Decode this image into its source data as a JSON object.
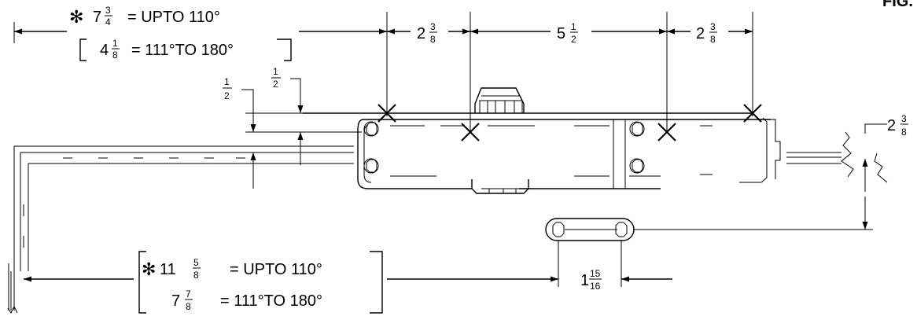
{
  "header": {
    "corner_text": "FIG."
  },
  "top_callout": {
    "line1": {
      "symbol": "✻",
      "whole": "7",
      "num": "3",
      "den": "4",
      "text": "= UPTO 110°"
    },
    "line2": {
      "whole": "4",
      "num": "1",
      "den": "8",
      "text": "= 111°TO 180°"
    }
  },
  "dims": {
    "d1": {
      "whole": "2",
      "num": "3",
      "den": "8"
    },
    "d2": {
      "whole": "5",
      "num": "1",
      "den": "2"
    },
    "d3": {
      "whole": "2",
      "num": "3",
      "den": "8"
    },
    "half_a": {
      "num": "1",
      "den": "2"
    },
    "half_b": {
      "num": "1",
      "den": "2"
    },
    "right": {
      "whole": "2",
      "num": "3",
      "den": "8"
    },
    "bottom": {
      "whole": "1",
      "num": "15",
      "den": "16"
    }
  },
  "bottom_callout": {
    "line1": {
      "symbol": "✻",
      "whole": "11",
      "num": "5",
      "den": "8",
      "text": "= UPTO 110°"
    },
    "line2": {
      "whole": "7",
      "num": "7",
      "den": "8",
      "text": "= 111°TO 180°"
    }
  }
}
